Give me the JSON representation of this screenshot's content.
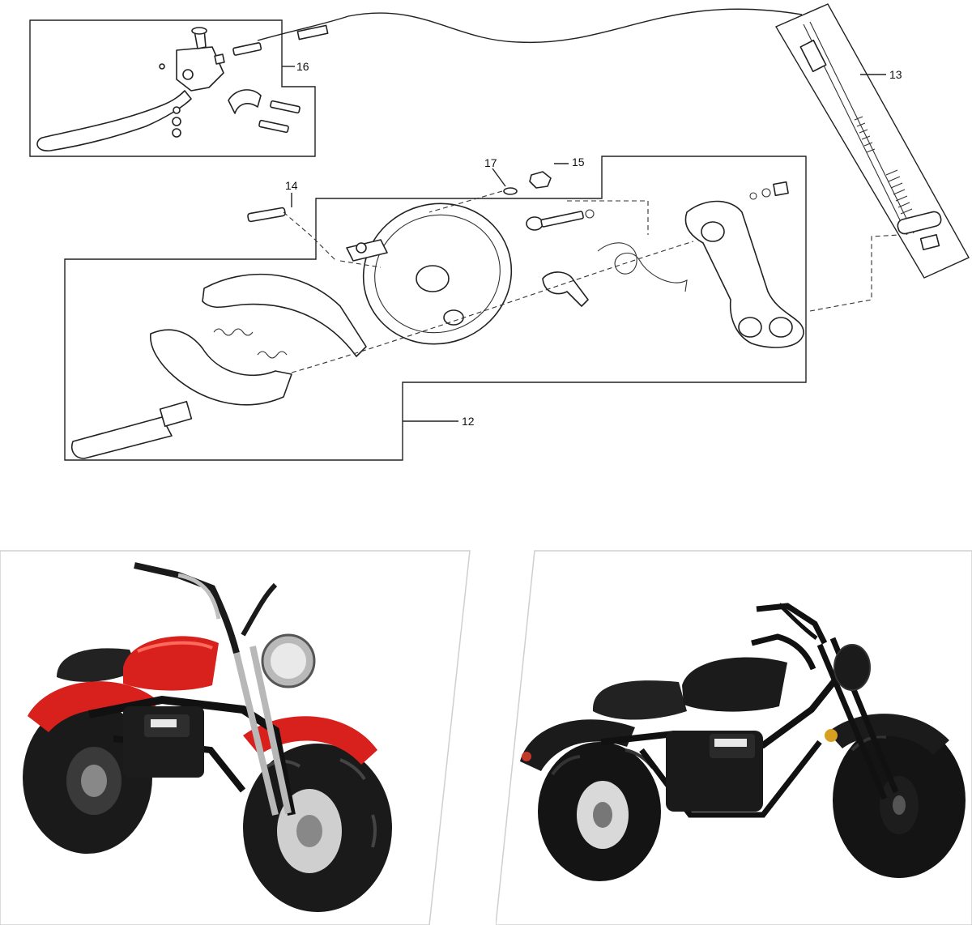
{
  "diagram": {
    "callouts": [
      {
        "id": "c16",
        "label": "16"
      },
      {
        "id": "c13",
        "label": "13"
      },
      {
        "id": "c17",
        "label": "17"
      },
      {
        "id": "c15",
        "label": "15"
      },
      {
        "id": "c14",
        "label": "14"
      },
      {
        "id": "c12",
        "label": "12"
      }
    ],
    "parts": [
      {
        "callout": "16",
        "icon": "brake-lever-assembly-icon"
      },
      {
        "callout": "13",
        "icon": "brake-cable-icon"
      },
      {
        "callout": "12",
        "icon": "drum-brake-assembly-icon"
      },
      {
        "callout": "14",
        "icon": "adjuster-bolt-icon"
      },
      {
        "callout": "15",
        "icon": "nut-icon"
      },
      {
        "callout": "17",
        "icon": "washer-icon"
      }
    ]
  },
  "photos": [
    {
      "name": "red-minibike-photo",
      "body_color": "#d8211c",
      "tire_color": "#1a1a1a"
    },
    {
      "name": "black-minibike-photo",
      "body_color": "#1b1b1b",
      "tire_color": "#141414"
    }
  ],
  "colors": {
    "line": "#222222",
    "frame": "#cccccc",
    "background": "#ffffff"
  }
}
